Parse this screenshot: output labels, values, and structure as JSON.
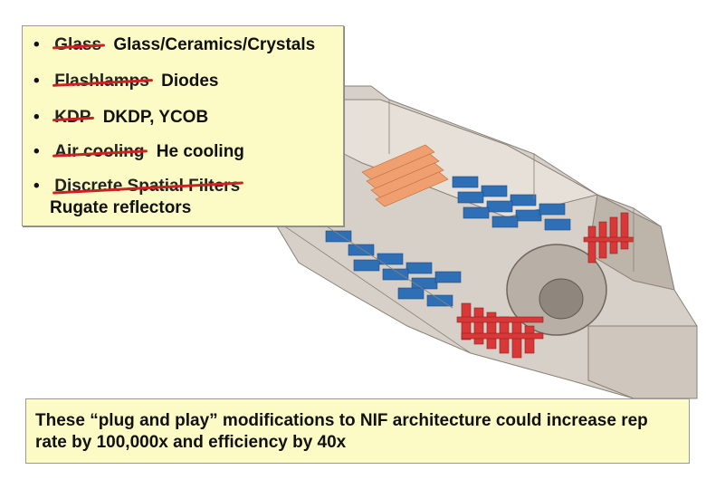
{
  "changes": {
    "items": [
      {
        "old": "Glass",
        "new": "Glass/Ceramics/Crystals"
      },
      {
        "old": "Flashlamps",
        "new": "Diodes"
      },
      {
        "old": "KDP",
        "new": "DKDP, YCOB"
      },
      {
        "old": "Air cooling",
        "new": "He cooling"
      },
      {
        "old": "Discrete Spatial Filters",
        "new": "Rugate reflectors"
      }
    ],
    "bullet": "•"
  },
  "note": {
    "text": "These “plug and play” modifications to NIF architecture could increase rep rate by 100,000x and efficiency by 40x"
  },
  "colors": {
    "box_fill": "#fdfbc5",
    "strike": "#cc2222",
    "amplifier_blue": "#2f6fb6",
    "beamline_red": "#d83838",
    "building": "#cfc7bd"
  }
}
